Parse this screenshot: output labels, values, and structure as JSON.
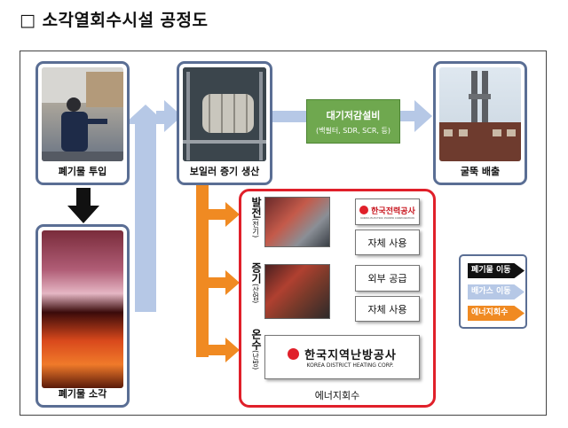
{
  "title": "□ 소각열회수시설 공정도",
  "colors": {
    "card_border": "#5a6e94",
    "blue_arrow": "#b6c8e6",
    "orange_arrow": "#f08a22",
    "black_arrow": "#111111",
    "red_border": "#e0202a",
    "green_box": "#6fa84f"
  },
  "cards": {
    "waste_input": "폐기물 투입",
    "incineration": "폐기물 소각",
    "boiler": "보일러 증기 생산",
    "stack": "굴뚝 배출"
  },
  "air_pollution": {
    "title": "대기저감설비",
    "detail": "(백필터, SDR, SCR, 등)"
  },
  "energy": {
    "box_label": "에너지회수",
    "power_label": "발전",
    "power_sub": "(전기)",
    "steam_label": "증기",
    "steam_sub": "(산업)",
    "hot_water_label": "온수",
    "hot_water_sub": "(난방)",
    "kepco_name": "한국전력공사",
    "kepco_en": "KOREA ELECTRIC POWER CORPORATION",
    "self_use_1": "자체 사용",
    "external_supply": "외부 공급",
    "self_use_2": "자체 사용",
    "kdhc_name": "한국지역난방공사",
    "kdhc_en": "KOREA DISTRICT HEATING CORP."
  },
  "legend": {
    "waste_flow": "폐기물 이동",
    "gas_flow": "배가스 이동",
    "energy_recovery": "에너지회수"
  }
}
